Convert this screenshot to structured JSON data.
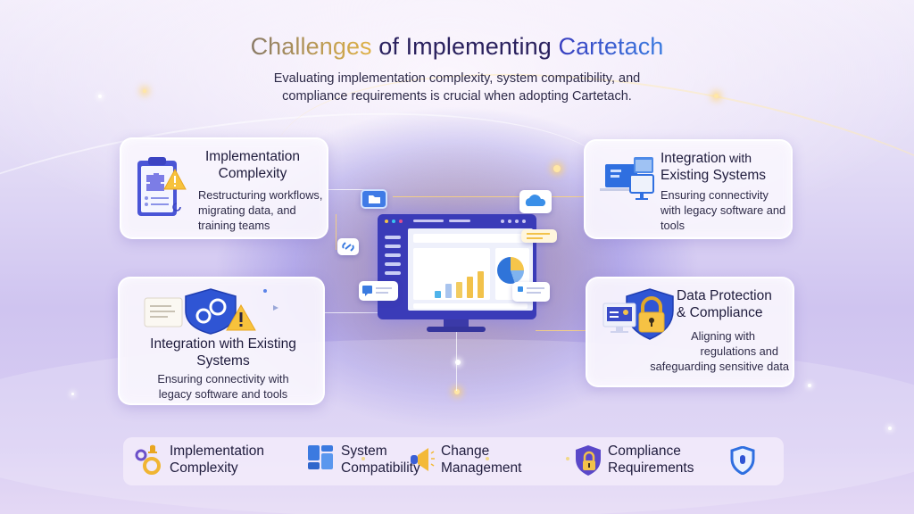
{
  "header": {
    "title_parts": [
      "Challenges",
      " of Implementing ",
      "Cartetach"
    ],
    "subtitle_lines": [
      "Evaluating implementation complexity, system compatibility, and",
      "compliance requirements is crucial when adopting Cartetach."
    ]
  },
  "cards": {
    "implementation": {
      "title_lines": [
        "Implementation",
        "Complexity"
      ],
      "text_lines": [
        "Restructuring workflows,",
        "migrating data, and",
        "training teams"
      ],
      "icon": "clipboard-warning-icon"
    },
    "integration_right": {
      "title_bold": "Integration",
      "title_rest": " with",
      "title_line2": "Existing Systems",
      "text_lines": [
        "Ensuring connectivity",
        "with legacy software and",
        "tools"
      ],
      "icon": "connected-devices-icon"
    },
    "integration_left": {
      "title_line1": "Integration with Existing",
      "title_line2": "Systems",
      "text_lines": [
        "Ensuring connectivity with",
        "legacy software and tools"
      ],
      "icon": "shield-gears-warning-icon"
    },
    "data_protection": {
      "title_lines": [
        "Data Protection",
        "& Compliance"
      ],
      "text_lines": [
        "Aligning with",
        "regulations and",
        "safeguarding sensitive data"
      ],
      "icon": "shield-lock-monitor-icon"
    }
  },
  "center": {
    "monitor_icon": "dashboard-monitor-icon",
    "floating_icons": [
      "folder-icon",
      "cloud-icon",
      "link-icon",
      "chat-icon",
      "notification-card-icon"
    ],
    "chart_bars": [
      10,
      22,
      28,
      36,
      42
    ],
    "colors": {
      "accent_blue": "#3a3bb8",
      "accent_gold": "#f5c54a"
    }
  },
  "bottom_bar": {
    "items": [
      {
        "line1": "Implementation",
        "line2": "Complexity",
        "icon": "gears-bell-icon"
      },
      {
        "line1": "System",
        "line2": "Compatibility",
        "icon": "grid-blocks-icon"
      },
      {
        "line1": "Change",
        "line2": "Management",
        "icon": "megaphone-icon"
      },
      {
        "line1": "Compliance",
        "line2": "Requirements",
        "icon": "shield-lock-icon"
      }
    ],
    "trailing_icon": "shield-icon"
  }
}
